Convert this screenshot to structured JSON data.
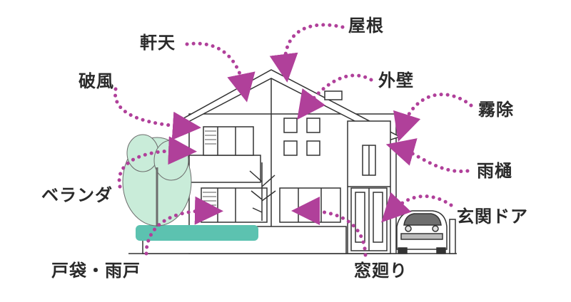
{
  "labels": {
    "yane": "屋根",
    "noki": "軒天",
    "hafu": "破風",
    "gaiheki": "外壁",
    "kirijo": "霧除",
    "amadoi": "雨樋",
    "veranda": "ベランダ",
    "genkan": "玄関ドア",
    "tobukuro": "戸袋・雨戸",
    "madomawari": "窓廻り"
  },
  "colors": {
    "arrow": "#b0409a",
    "tree": "#c9ecd9",
    "hedge": "#5cc2b0",
    "line": "#333333"
  }
}
